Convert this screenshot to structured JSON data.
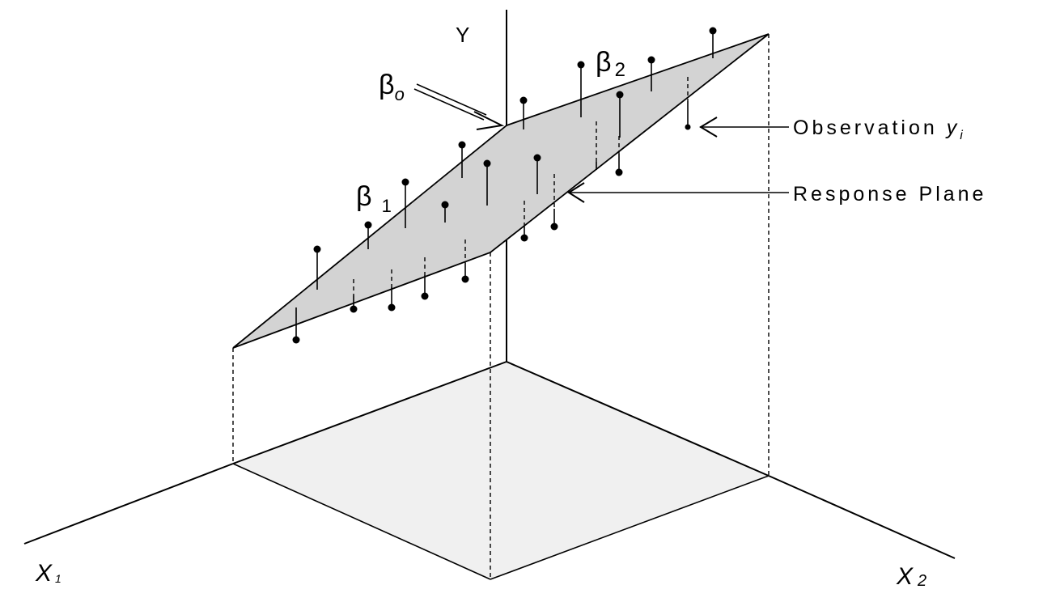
{
  "labels": {
    "y_axis": "Y",
    "x1_axis": "X",
    "x1_sub": "1",
    "x2_axis": "X",
    "x2_sub": "2",
    "beta0": "β",
    "beta0_sub": "o",
    "beta1": "β",
    "beta1_sub": "1",
    "beta2": "β",
    "beta2_sub": "2",
    "observation_text": "Observation ",
    "observation_var": "y",
    "observation_sub": "i",
    "response_plane": "Response Plane"
  },
  "colors": {
    "plane_fill": "#d3d3d3",
    "base_fill": "#f0f0f0",
    "ink": "#000000"
  }
}
